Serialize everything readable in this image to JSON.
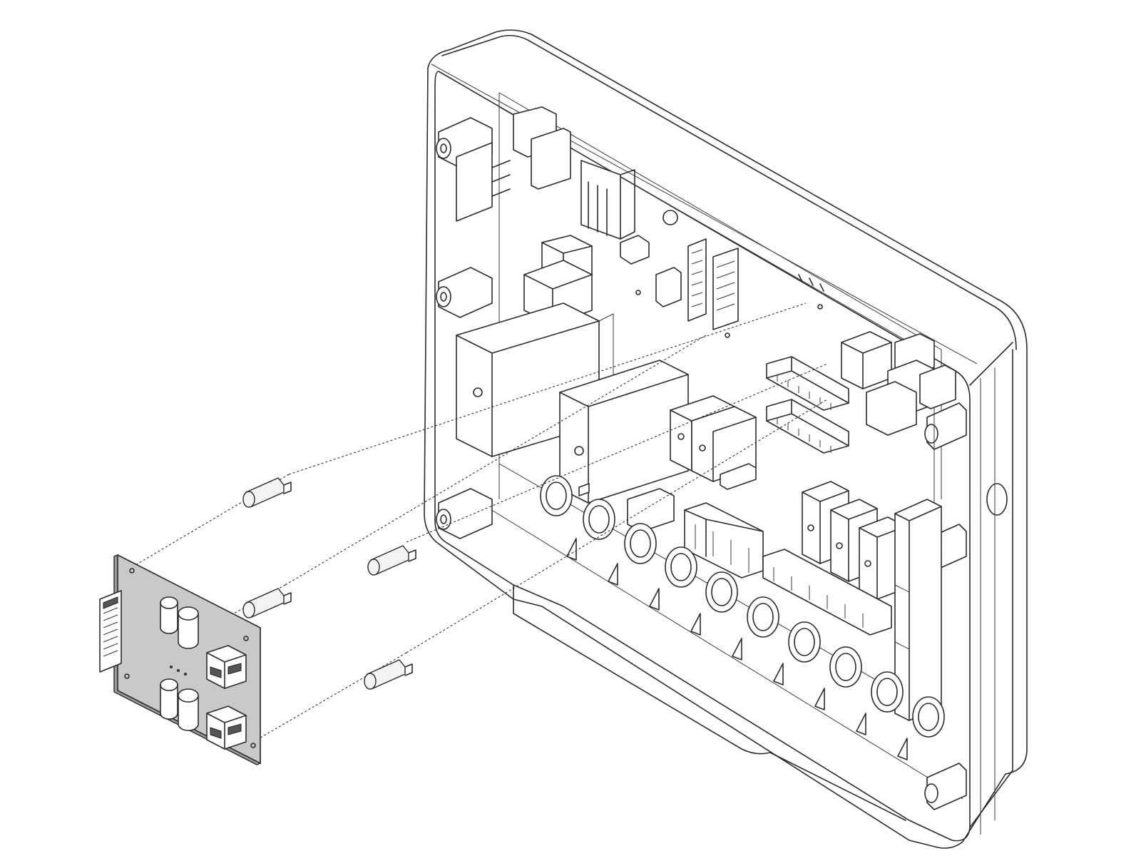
{
  "diagram": {
    "components": {
      "enclosure": "enclosure",
      "main_board": "main-board",
      "expansion_board": "expansion-board",
      "standoffs": "standoffs",
      "cable_glands": "cable-glands"
    },
    "counts": {
      "standoffs": 4,
      "cable_glands": 10,
      "relays": 6,
      "transformers": 2
    },
    "colors": {
      "line": "#2b2b2b",
      "pcb": "#c9c9c9",
      "background": "#ffffff"
    }
  }
}
